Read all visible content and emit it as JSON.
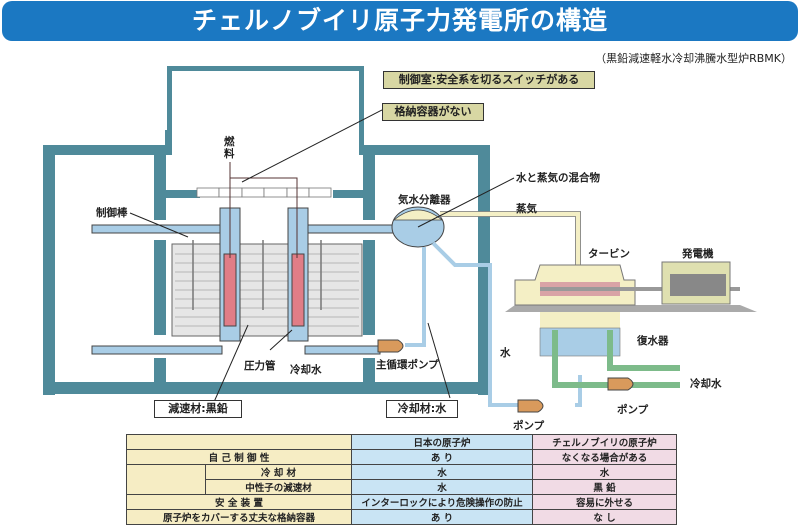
{
  "header": {
    "title": "チェルノブイリ原子力発電所の構造",
    "subtitle": "（黒鉛減速軽水冷却沸騰水型炉RBMK）"
  },
  "colors": {
    "title_bg": "#1b78c2",
    "wall": "#4f8a9a",
    "water": "#a9cde6",
    "fuel": "#e07d87",
    "steam": "#f4efc5",
    "cooling_pipe": "#7dbb8a",
    "pump": "#d99a5c",
    "callout_bg": "#d8d7a3"
  },
  "callouts": {
    "control_room": "制御室:安全系を切るスイッチがある",
    "no_containment": "格納容器がない",
    "moderator": "減速材:黒鉛",
    "coolant": "冷却材:水"
  },
  "labels": {
    "fuel": "燃料",
    "control_rod": "制御棒",
    "pressure_tube": "圧力管",
    "coolant_water": "冷却水",
    "main_pump": "主循環ポンプ",
    "separator": "気水分離器",
    "mixture": "水と蒸気の混合物",
    "steam": "蒸気",
    "turbine": "タービン",
    "generator": "発電機",
    "condenser": "復水器",
    "water": "水",
    "cooling_water": "冷却水",
    "pump1": "ポンプ",
    "pump2": "ポンプ"
  },
  "table": {
    "columns": [
      "",
      "日本の原子炉",
      "チェルノブイリの原子炉"
    ],
    "rows": [
      {
        "label": "自 己 制 御 性",
        "japan": "あ り",
        "chernobyl": "なくなる場合がある"
      },
      {
        "label": "冷 却 材",
        "japan": "水",
        "chernobyl": "水",
        "sub": true
      },
      {
        "label": "中性子の減速材",
        "japan": "水",
        "chernobyl": "黒 鉛",
        "sub": true
      },
      {
        "label": "安 全 装 置",
        "japan": "インターロックにより危険操作の防止",
        "chernobyl": "容易に外せる"
      },
      {
        "label": "原子炉をカバーする丈夫な格納容器",
        "japan": "あ り",
        "chernobyl": "な し"
      }
    ]
  }
}
